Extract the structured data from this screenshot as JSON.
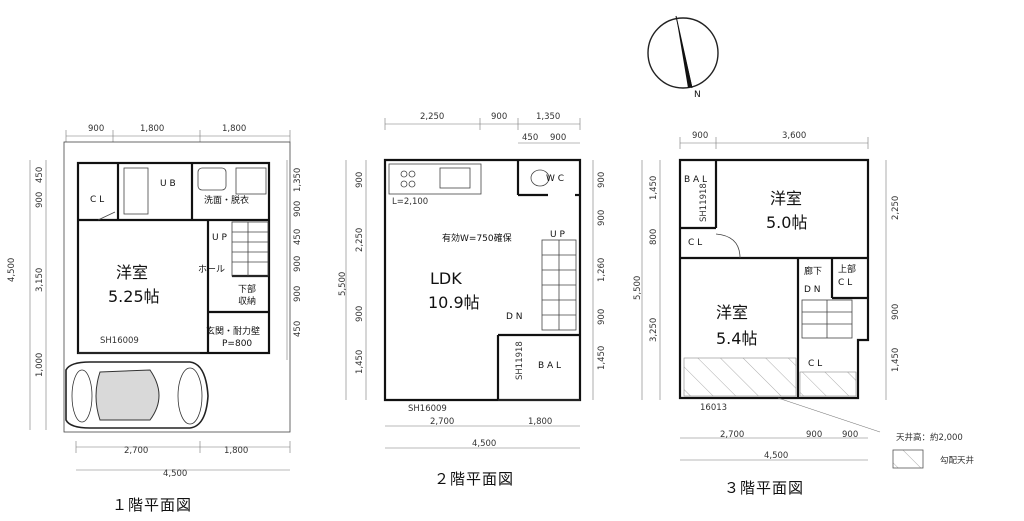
{
  "floors": {
    "f1": {
      "caption": "１階平面図",
      "rooms": {
        "western_name": "洋室",
        "western_size": "5.25帖",
        "cl": "C L",
        "ub": "U B",
        "washroom": "洗面・脱衣",
        "up": "U P",
        "hall": "ホール",
        "storage_line1": "下部",
        "storage_line2": "収納",
        "entrance_line1": "玄関・耐力壁",
        "entrance_line2": "P=800",
        "sh": "SH16009"
      },
      "dims": {
        "top": [
          "900",
          "1,800",
          "1,800"
        ],
        "bottom1": [
          "2,700",
          "1,800"
        ],
        "bottom_total": "4,500",
        "left": [
          "450",
          "900",
          "3,150",
          "1,000"
        ],
        "left_total": "4,500",
        "right": [
          "1,350",
          "900",
          "450",
          "900",
          "900",
          "450"
        ]
      }
    },
    "f2": {
      "caption": "２階平面図",
      "rooms": {
        "ldk_name": "LDK",
        "ldk_size": "10.9帖",
        "l_dim": "L=2,100",
        "effective_width": "有効W=750確保",
        "wc": "W C",
        "up": "U P",
        "dn": "D N",
        "bal": "B A L",
        "sh_vertical": "SH11918",
        "sh": "SH16009"
      },
      "dims": {
        "top": [
          "2,250",
          "900",
          "1,350"
        ],
        "top2": [
          "450",
          "900"
        ],
        "bottom1": [
          "2,700",
          "1,800"
        ],
        "bottom_total": "4,500",
        "left": [
          "900",
          "2,250",
          "900",
          "1,450"
        ],
        "left_total": "5,500",
        "right": [
          "900",
          "900",
          "1,260",
          "900",
          "1,450"
        ]
      }
    },
    "f3": {
      "caption": "３階平面図",
      "rooms": {
        "bal": "B A L",
        "sh_vertical": "SH11918",
        "western1_name": "洋室",
        "western1_size": "5.0帖",
        "cl1": "C L",
        "hallway": "廊下",
        "dn": "D N",
        "upper_storage_line1": "上部",
        "upper_storage_line2": "C L",
        "western2_name": "洋室",
        "western2_size": "5.4帖",
        "cl2": "C L",
        "sh": "16013"
      },
      "dims": {
        "top": [
          "900",
          "3,600"
        ],
        "bottom1": [
          "2,700",
          "900",
          "900"
        ],
        "bottom_total": "4,500",
        "left": [
          "1,450",
          "800",
          "3,250"
        ],
        "left_total": "5,500",
        "right": [
          "2,250",
          "900",
          "1,450"
        ]
      }
    }
  },
  "legend": {
    "ceiling_height": "天井高：約2,000",
    "sloped_ceiling": "勾配天井"
  },
  "compass": {
    "north": "N"
  }
}
